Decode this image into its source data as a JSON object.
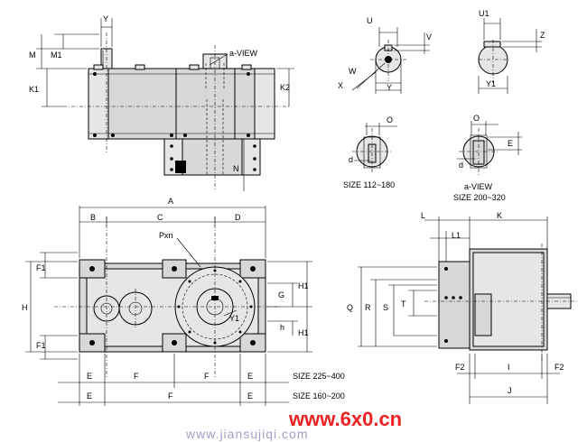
{
  "labels": {
    "Y": "Y",
    "M": "M",
    "M1": "M1",
    "K1": "K1",
    "K2": "K2",
    "N": "N",
    "a_view": "a-VIEW",
    "U": "U",
    "V": "V",
    "W": "W",
    "X": "X",
    "Y_side": "Y",
    "U1": "U1",
    "Z": "Z",
    "Y1_side": "Y1",
    "O": "O",
    "d": "d",
    "E": "E",
    "size1": "SIZE  112~180",
    "a_view2": "a-VIEW",
    "size2": "SIZE  200~320",
    "A": "A",
    "B": "B",
    "C": "C",
    "D": "D",
    "Pxn": "Pxn",
    "Y1": "Y1",
    "H": "H",
    "F1": "F1",
    "G": "G",
    "H1": "H1",
    "h": "h",
    "E_dim": "E",
    "F_dim": "F",
    "size_225": "SIZE 225~400",
    "size_160": "SIZE 160~200",
    "L": "L",
    "K": "K",
    "L1": "L1",
    "Q": "Q",
    "R": "R",
    "S": "S",
    "T": "T",
    "F2": "F2",
    "I": "I",
    "J": "J"
  },
  "watermark": {
    "brand": "www.6x0.cn",
    "url": "www.jiansujiqi.com",
    "brand_color": "#ee2222"
  }
}
